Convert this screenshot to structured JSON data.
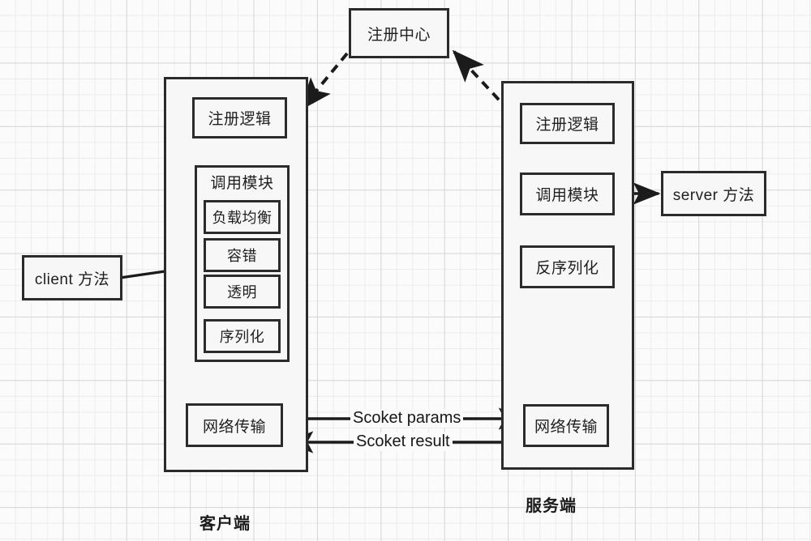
{
  "diagram": {
    "title_nodes": {
      "registry": "注册中心",
      "client_method": "client 方法",
      "server_method": "server 方法"
    },
    "client": {
      "caption": "客户端",
      "register_logic": "注册逻辑",
      "call_module": {
        "label": "调用模块",
        "items": [
          "负载均衡",
          "容错",
          "透明",
          "序列化"
        ]
      },
      "network": "网络传输"
    },
    "server": {
      "caption": "服务端",
      "register_logic": "注册逻辑",
      "call_module": "调用模块",
      "deserialize": "反序列化",
      "network": "网络传输"
    },
    "edges": {
      "socket_params": "Scoket params",
      "socket_result": "Scoket result"
    },
    "colors": {
      "stroke": "#2b2b2b",
      "fill": "#f7f7f7",
      "background": "#fbfbfb",
      "grid_minor": "#ececec",
      "grid_major": "#d7d7d7"
    }
  }
}
